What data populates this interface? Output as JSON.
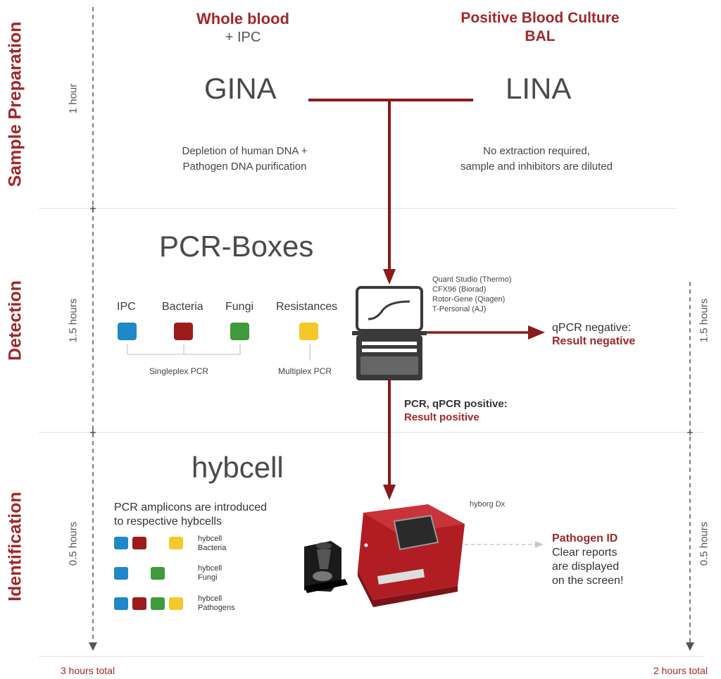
{
  "sections": {
    "sample_preparation": "Sample Preparation",
    "detection": "Detection",
    "identification": "Identification"
  },
  "times_left": {
    "sample": "1 hour",
    "detection": "1.5 hours",
    "identification": "0.5 hours"
  },
  "times_right": {
    "detection": "1.5 hours",
    "identification": "0.5 hours"
  },
  "inputs": {
    "left_title": "Whole blood",
    "left_sub": "+ IPC",
    "right_line1": "Positive Blood Culture",
    "right_line2": "BAL"
  },
  "gina": {
    "name": "GINA",
    "desc1": "Depletion of human DNA +",
    "desc2": "Pathogen DNA purification"
  },
  "lina": {
    "name": "LINA",
    "desc1": "No extraction required,",
    "desc2": "sample and inhibitors are diluted"
  },
  "pcr_boxes": {
    "title": "PCR-Boxes",
    "ipc": "IPC",
    "bacteria": "Bacteria",
    "fungi": "Fungi",
    "resistances": "Resistances",
    "singleplex": "Singleplex PCR",
    "multiplex": "Multiplex PCR"
  },
  "instruments": [
    "Quant Studio (Thermo)",
    "CFX96 (Biorad)",
    "Rotor-Gene (Qiagen)",
    "T-Personal (AJ)"
  ],
  "qpcr_negative": {
    "line1": "qPCR negative:",
    "line2": "Result negative"
  },
  "pcr_positive": {
    "line1": "PCR, qPCR positive:",
    "line2": "Result positive"
  },
  "hybcell": {
    "title": "hybcell",
    "intro1": "PCR amplicons are introduced",
    "intro2": "to respective hybcells",
    "rows": [
      {
        "line1": "hybcell",
        "line2": "Bacteria"
      },
      {
        "line1": "hybcell",
        "line2": "Fungi"
      },
      {
        "line1": "hybcell",
        "line2": "Pathogens"
      }
    ]
  },
  "hyborg": {
    "label": "hyborg Dx"
  },
  "pathogen_id": {
    "title": "Pathogen ID",
    "line1": "Clear reports",
    "line2": "are displayed",
    "line3": "on the screen!"
  },
  "totals": {
    "left": "3 hours total",
    "right": "2 hours total"
  },
  "colors": {
    "brand_red": "#a0282a",
    "arrow_red": "#8b1a1a",
    "ipc_blue": "#1e88c8",
    "bacteria_red": "#9e1b1b",
    "fungi_green": "#3e9a3b",
    "resistance_yellow": "#f4c82a"
  }
}
